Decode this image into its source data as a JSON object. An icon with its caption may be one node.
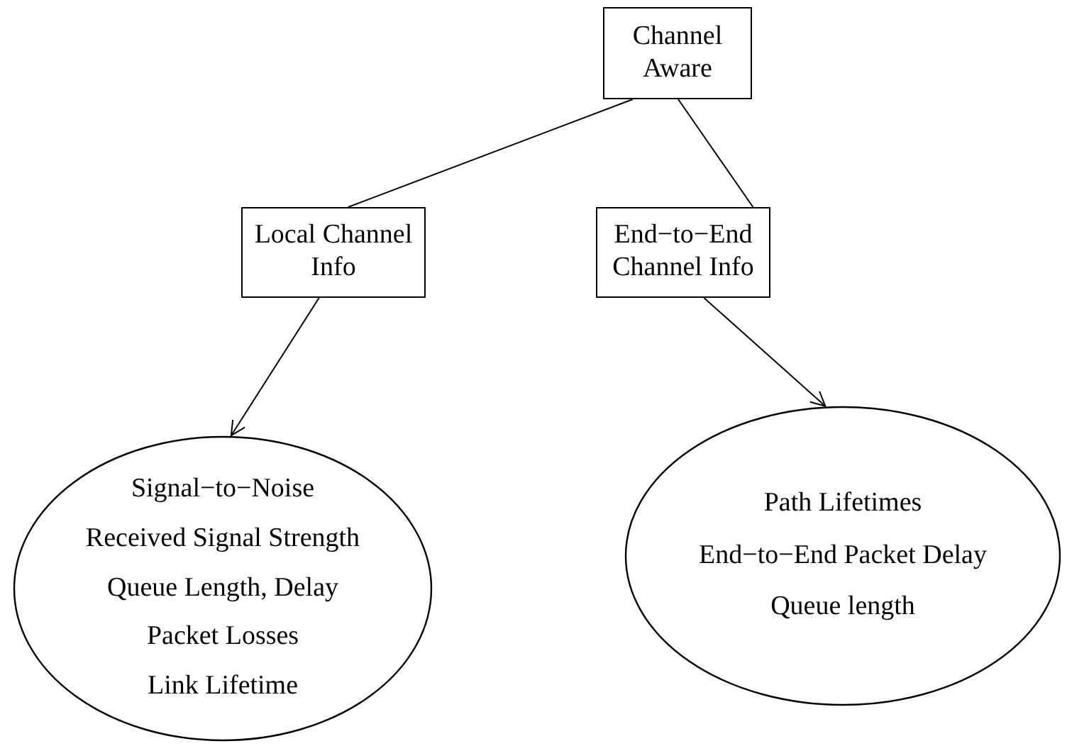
{
  "diagram": {
    "nodes": [
      {
        "text": [
          "Channel Aware"
        ]
      },
      {
        "text": [
          "Local Channel Info"
        ]
      },
      {
        "text": [
          "End−to−End Channel Info"
        ]
      },
      {
        "text": [
          "Signal−to−Noise",
          "Received Signal Strength",
          "Queue Length, Delay",
          "Packet Losses",
          "Link Lifetime"
        ]
      },
      {
        "text": [
          "Path Lifetimes",
          "End−to−End Packet Delay",
          "Queue length"
        ]
      }
    ],
    "edges": [
      {
        "from": 0,
        "to": 1,
        "arrow": "none"
      },
      {
        "from": 0,
        "to": 2,
        "arrow": "none"
      },
      {
        "from": 1,
        "to": 3,
        "arrow": "to"
      },
      {
        "from": 2,
        "to": 4,
        "arrow": "to"
      }
    ]
  }
}
